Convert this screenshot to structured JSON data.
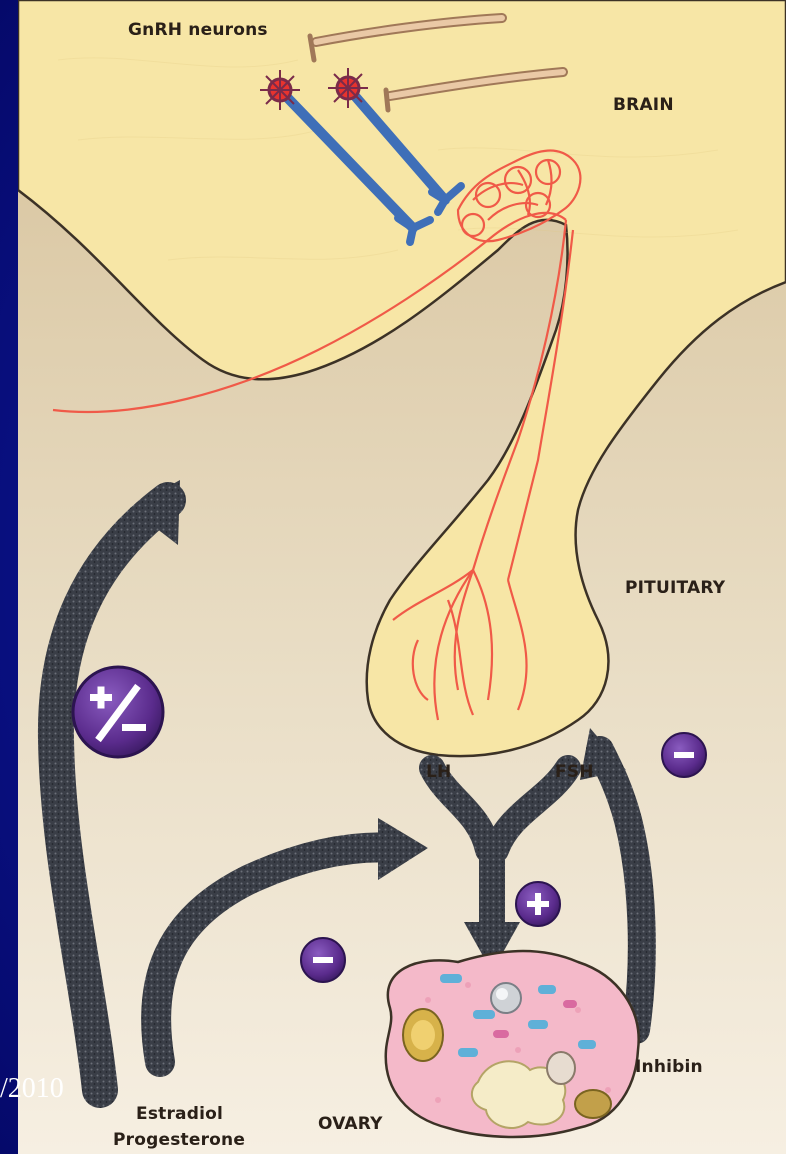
{
  "labels": {
    "gnrh_neurons": "GnRH neurons",
    "brain": "BRAIN",
    "pituitary": "PITUITARY",
    "lh": "LH",
    "fsh": "FSH",
    "inhibin": "Inhibin",
    "estradiol": "Estradiol",
    "progesterone": "Progesterone",
    "ovary": "OVARY"
  },
  "footer": {
    "date_fragment": "/2010"
  },
  "feedback_badges": {
    "plus_minus": "+/−",
    "minus_left": "−",
    "plus_center": "+",
    "minus_right": "−"
  },
  "colors": {
    "slide_background": "#07107e",
    "brain_tissue": "#f7e6a6",
    "lower_background": "#d9c59b",
    "vessels": "#f05a48",
    "neurons": "#3f6fb8",
    "arrows": "#3b3f48",
    "badge": "#5a2b8c",
    "ovary": "#f4b9c9"
  }
}
